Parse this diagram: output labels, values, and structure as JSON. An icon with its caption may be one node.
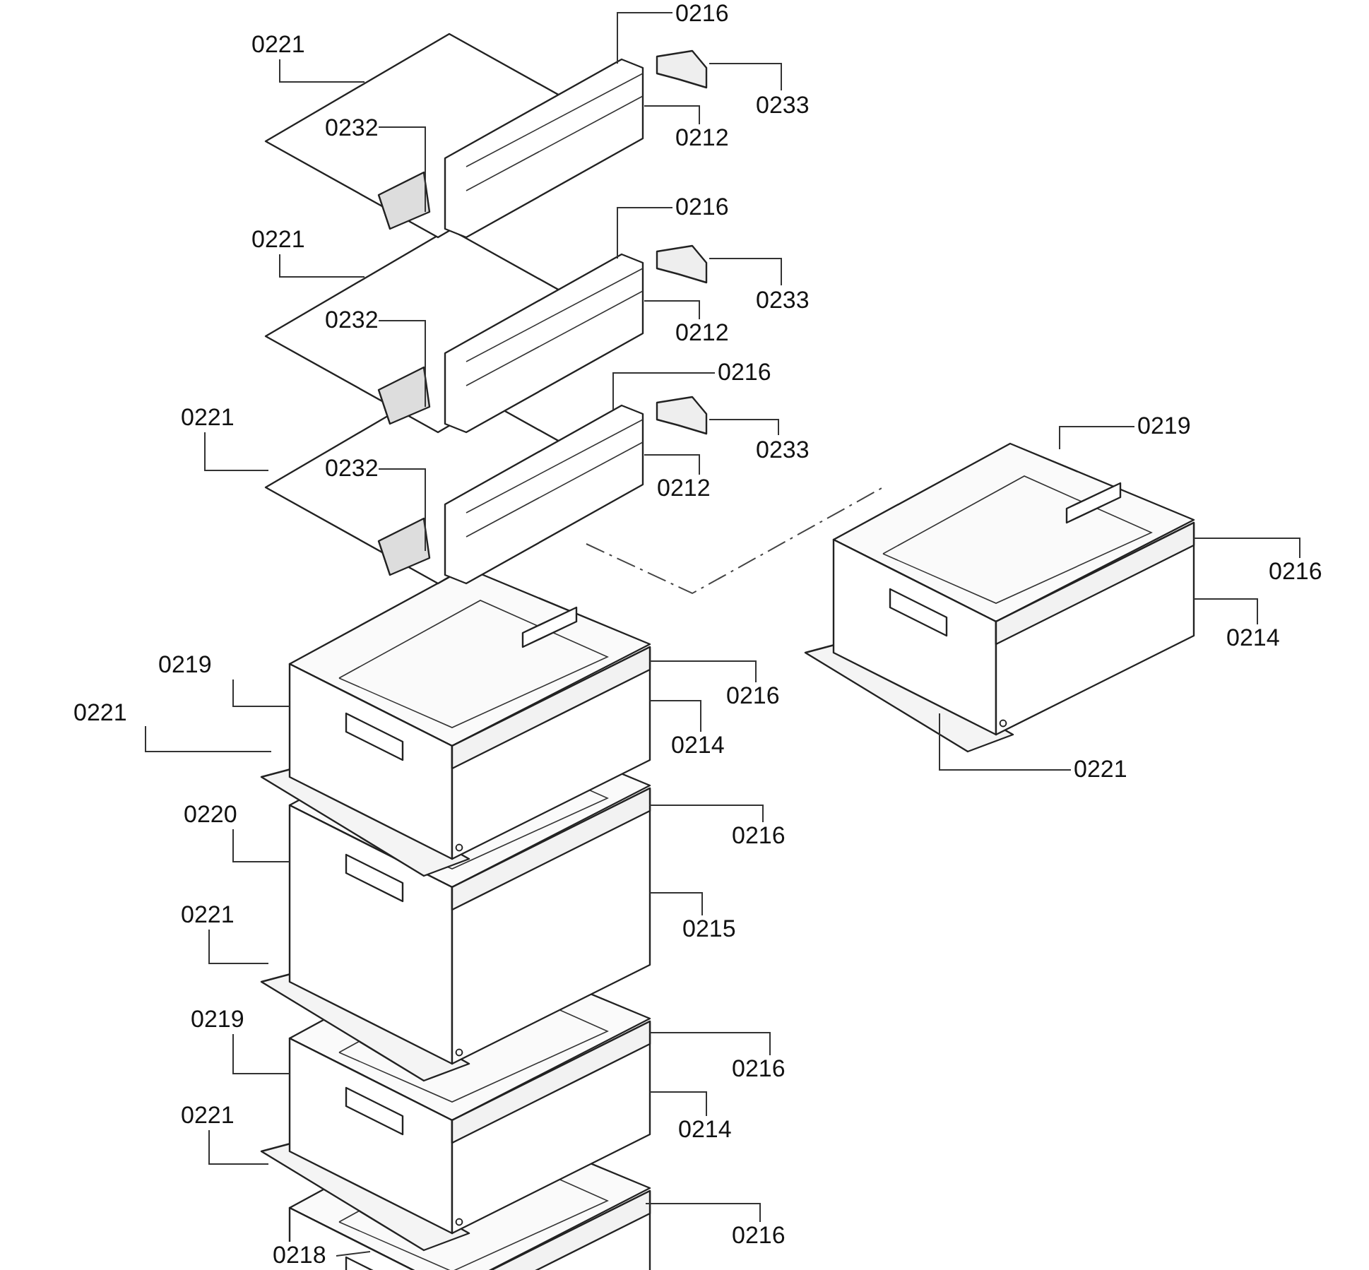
{
  "diagram": {
    "nodes": [
      {
        "text": [
          "0216"
        ]
      },
      {
        "text": [
          "0221"
        ]
      },
      {
        "text": [
          "0233"
        ]
      },
      {
        "text": [
          "0232"
        ]
      },
      {
        "text": [
          "0212"
        ]
      },
      {
        "text": [
          "0216"
        ]
      },
      {
        "text": [
          "0221"
        ]
      },
      {
        "text": [
          "0233"
        ]
      },
      {
        "text": [
          "0232"
        ]
      },
      {
        "text": [
          "0212"
        ]
      },
      {
        "text": [
          "0216"
        ]
      },
      {
        "text": [
          "0221"
        ]
      },
      {
        "text": [
          "0219"
        ]
      },
      {
        "text": [
          "0233"
        ]
      },
      {
        "text": [
          "0232"
        ]
      },
      {
        "text": [
          "0212"
        ]
      },
      {
        "text": [
          "0216"
        ]
      },
      {
        "text": [
          "0214"
        ]
      },
      {
        "text": [
          "0219"
        ]
      },
      {
        "text": [
          "0216"
        ]
      },
      {
        "text": [
          "0221"
        ]
      },
      {
        "text": [
          "0214"
        ]
      },
      {
        "text": [
          "0221"
        ]
      },
      {
        "text": [
          "0220"
        ]
      },
      {
        "text": [
          "0216"
        ]
      },
      {
        "text": [
          "0221"
        ]
      },
      {
        "text": [
          "0215"
        ]
      },
      {
        "text": [
          "0219"
        ]
      },
      {
        "text": [
          "0216"
        ]
      },
      {
        "text": [
          "0221"
        ]
      },
      {
        "text": [
          "0214"
        ]
      },
      {
        "text": [
          "0216"
        ]
      },
      {
        "text": [
          "0218"
        ]
      }
    ],
    "edges": [
      {
        "from": 0,
        "to": null,
        "arrow": "none"
      },
      {
        "from": 1,
        "to": null,
        "arrow": "none"
      },
      {
        "from": 2,
        "to": null,
        "arrow": "none"
      },
      {
        "from": 3,
        "to": null,
        "arrow": "none"
      },
      {
        "from": 4,
        "to": null,
        "arrow": "none"
      },
      {
        "from": 5,
        "to": null,
        "arrow": "none"
      },
      {
        "from": 6,
        "to": null,
        "arrow": "none"
      },
      {
        "from": 7,
        "to": null,
        "arrow": "none"
      },
      {
        "from": 8,
        "to": null,
        "arrow": "none"
      },
      {
        "from": 9,
        "to": null,
        "arrow": "none"
      },
      {
        "from": 10,
        "to": null,
        "arrow": "none"
      },
      {
        "from": 11,
        "to": null,
        "arrow": "none"
      },
      {
        "from": 12,
        "to": null,
        "arrow": "none"
      },
      {
        "from": 13,
        "to": null,
        "arrow": "none"
      },
      {
        "from": 14,
        "to": null,
        "arrow": "none"
      },
      {
        "from": 15,
        "to": null,
        "arrow": "none"
      },
      {
        "from": 16,
        "to": null,
        "arrow": "none"
      },
      {
        "from": 17,
        "to": null,
        "arrow": "none"
      },
      {
        "from": 18,
        "to": null,
        "arrow": "none"
      },
      {
        "from": 19,
        "to": null,
        "arrow": "none"
      },
      {
        "from": 20,
        "to": null,
        "arrow": "none"
      },
      {
        "from": 21,
        "to": null,
        "arrow": "none"
      },
      {
        "from": 22,
        "to": null,
        "arrow": "none"
      },
      {
        "from": 23,
        "to": null,
        "arrow": "none"
      },
      {
        "from": 24,
        "to": null,
        "arrow": "none"
      },
      {
        "from": 25,
        "to": null,
        "arrow": "none"
      },
      {
        "from": 26,
        "to": null,
        "arrow": "none"
      },
      {
        "from": 27,
        "to": null,
        "arrow": "none"
      },
      {
        "from": 28,
        "to": null,
        "arrow": "none"
      },
      {
        "from": 29,
        "to": null,
        "arrow": "none"
      },
      {
        "from": 30,
        "to": null,
        "arrow": "none"
      },
      {
        "from": 31,
        "to": null,
        "arrow": "none"
      },
      {
        "from": 32,
        "to": null,
        "arrow": "none"
      }
    ]
  }
}
